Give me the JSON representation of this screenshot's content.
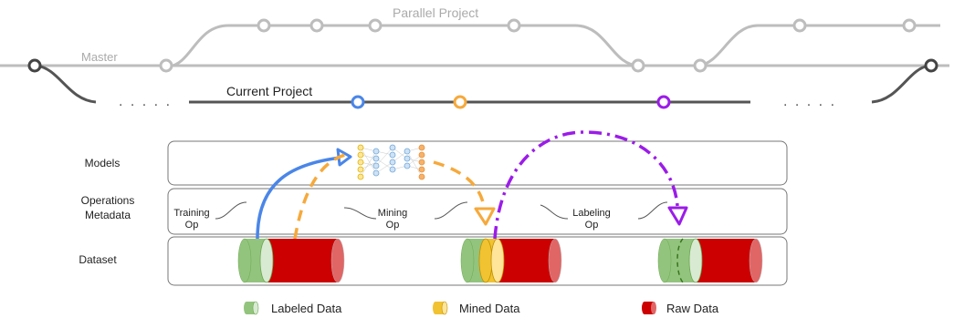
{
  "branches": {
    "parallel_label": "Parallel Project",
    "master_label": "Master",
    "current_label": "Current Project",
    "ellipsis_left": ". . . . .",
    "ellipsis_right": ". . . . ."
  },
  "rows": {
    "models": "Models",
    "operations_line1": "Operations",
    "operations_line2": "Metadata",
    "dataset": "Dataset"
  },
  "operations": {
    "training_line1": "Training",
    "training_line2": "Op",
    "mining_line1": "Mining",
    "mining_line2": "Op",
    "labeling_line1": "Labeling",
    "labeling_line2": "Op"
  },
  "legend": {
    "labeled": "Labeled Data",
    "mined": "Mined Data",
    "raw": "Raw Data"
  },
  "colors": {
    "gray_line": "#bdbdbd",
    "dark_line": "#555555",
    "blue": "#4a86e8",
    "orange": "#f6a93b",
    "purple": "#9b1ce8",
    "green": "#93c47d",
    "green_light": "#b6d7a8",
    "yellow": "#f1c232",
    "red": "#cc0000",
    "red_end": "#e06666"
  }
}
